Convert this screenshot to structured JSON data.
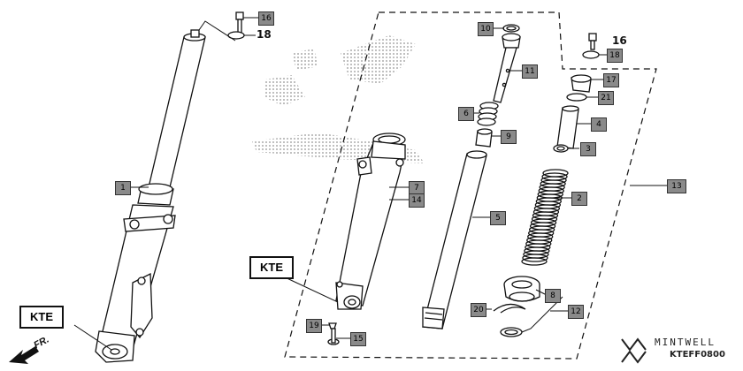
{
  "callouts": [
    {
      "id": "c1",
      "text": "1",
      "style": "box"
    },
    {
      "id": "c2",
      "text": "2",
      "style": "box"
    },
    {
      "id": "c3",
      "text": "3",
      "style": "box"
    },
    {
      "id": "c4",
      "text": "4",
      "style": "box"
    },
    {
      "id": "c5",
      "text": "5",
      "style": "box"
    },
    {
      "id": "c6",
      "text": "6",
      "style": "box"
    },
    {
      "id": "c7",
      "text": "7",
      "style": "box"
    },
    {
      "id": "c8",
      "text": "8",
      "style": "box"
    },
    {
      "id": "c9",
      "text": "9",
      "style": "box"
    },
    {
      "id": "c10",
      "text": "10",
      "style": "box"
    },
    {
      "id": "c11",
      "text": "11",
      "style": "box"
    },
    {
      "id": "c12",
      "text": "12",
      "style": "box"
    },
    {
      "id": "c13",
      "text": "13",
      "style": "box"
    },
    {
      "id": "c14",
      "text": "14",
      "style": "box"
    },
    {
      "id": "c15",
      "text": "15",
      "style": "box"
    },
    {
      "id": "c16a",
      "text": "16",
      "style": "box"
    },
    {
      "id": "c16b",
      "text": "16",
      "style": "plain"
    },
    {
      "id": "c17",
      "text": "17",
      "style": "box"
    },
    {
      "id": "c18a",
      "text": "18",
      "style": "plain"
    },
    {
      "id": "c18b",
      "text": "18",
      "style": "box"
    },
    {
      "id": "c19",
      "text": "19",
      "style": "box"
    },
    {
      "id": "c20",
      "text": "20",
      "style": "box"
    },
    {
      "id": "c21",
      "text": "21",
      "style": "box"
    }
  ],
  "kte_label": "KTE",
  "fr_label": "FR.",
  "brand": "MINTWELL",
  "diagram_code": "KTEFF0800",
  "colors": {
    "line": "#111111",
    "callout_fill": "#8a8a8a",
    "watermark": "#9a9a9a"
  }
}
